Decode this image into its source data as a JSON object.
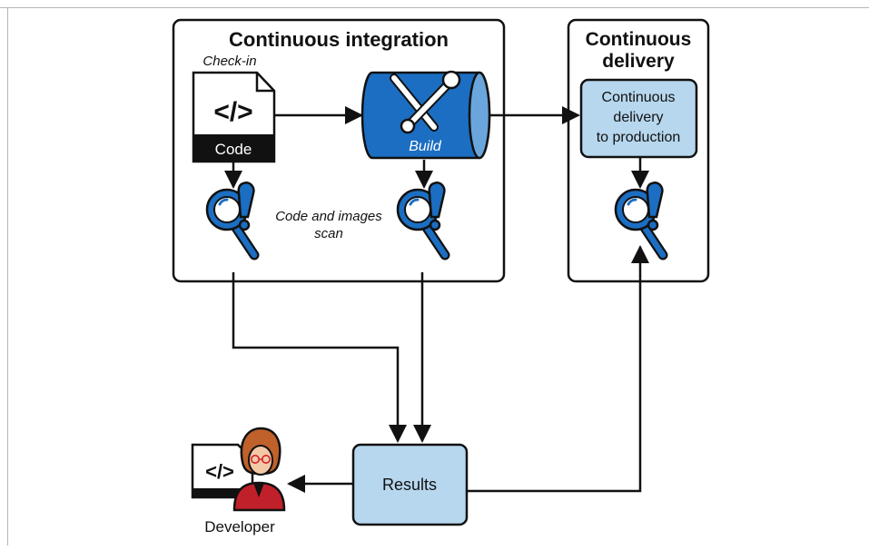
{
  "ci_box": {
    "title": "Continuous integration"
  },
  "cd_box": {
    "title_line1": "Continuous",
    "title_line2": "delivery"
  },
  "code_file": {
    "caption": "Check-in",
    "label": "Code",
    "glyph": "</>"
  },
  "build": {
    "label": "Build"
  },
  "scan": {
    "label_line1": "Code and images",
    "label_line2": "scan"
  },
  "cd_step": {
    "line1": "Continuous",
    "line2": "delivery",
    "line3": "to production"
  },
  "results": {
    "label": "Results"
  },
  "developer": {
    "label": "Developer",
    "glyph": "</>"
  },
  "colors": {
    "accent_blue": "#1b6ec2",
    "light_blue": "#b7d7ee",
    "dark": "#111111"
  }
}
